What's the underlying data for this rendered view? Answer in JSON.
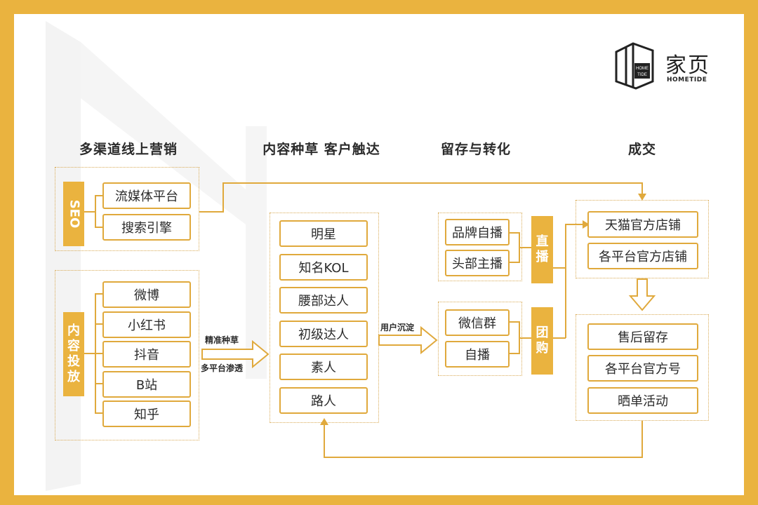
{
  "brand": {
    "name_cn": "家页",
    "name_en": "HOMETIDE",
    "mark_text_1": "HOME",
    "mark_text_2": "TIDE",
    "accent": "#eab33f",
    "line_color": "#e0a93c"
  },
  "columns": {
    "col1": "多渠道线上营销",
    "col2": "内容种草 客户触达",
    "col3": "留存与转化",
    "col4": "成交"
  },
  "seo": {
    "tag": "SEO",
    "items": [
      "流媒体平台",
      "搜索引擎"
    ]
  },
  "content": {
    "tag": "内容投放",
    "items": [
      "微博",
      "小红书",
      "抖音",
      "B站",
      "知乎"
    ]
  },
  "flows": {
    "seed": "精准种草",
    "penetrate": "多平台渗透",
    "settle": "用户沉淀"
  },
  "influencers": [
    "明星",
    "知名KOL",
    "腰部达人",
    "初级达人",
    "素人",
    "路人"
  ],
  "live": {
    "tag": "直播",
    "items": [
      "品牌自播",
      "头部主播"
    ]
  },
  "group": {
    "tag": "团购",
    "items": [
      "微信群",
      "自播"
    ]
  },
  "stores": [
    "天猫官方店铺",
    "各平台官方店铺"
  ],
  "retention": [
    "售后留存",
    "各平台官方号",
    "晒单活动"
  ]
}
